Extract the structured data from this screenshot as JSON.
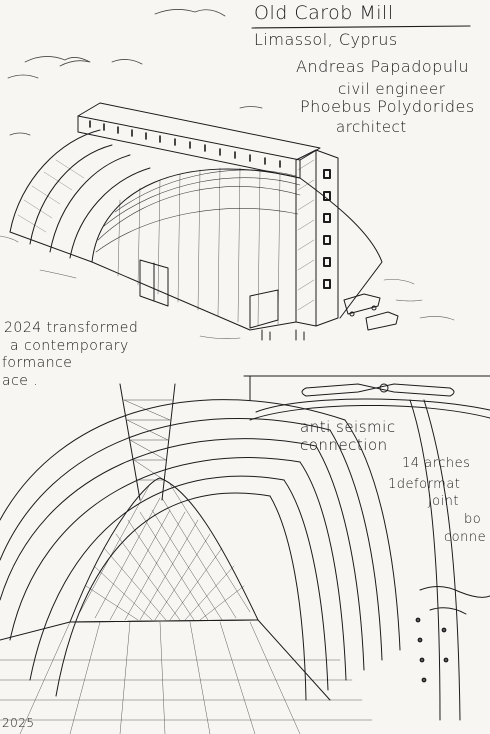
{
  "title": {
    "name": "Old Carob Mill",
    "location": "Limassol, Cyprus"
  },
  "credits": {
    "engineer_name": "Andreas Papadopulu",
    "engineer_role": "civil engineer",
    "architect_name": "Phoebus Polydorides",
    "architect_role": "architect"
  },
  "note_left": {
    "line1": "2024 transformed",
    "line2": "a contemporary",
    "line3": "formance",
    "line4": "ace ."
  },
  "note_connection": {
    "line1": "anti seismic",
    "line2": "connection"
  },
  "note_right": {
    "line1": "14 arches",
    "line2": "1deformat",
    "line3": "joint",
    "line4": "bo",
    "line5": "conne"
  },
  "year": "2025",
  "colors": {
    "ink": "#1c1c1c",
    "paper": "#f7f6f3"
  }
}
